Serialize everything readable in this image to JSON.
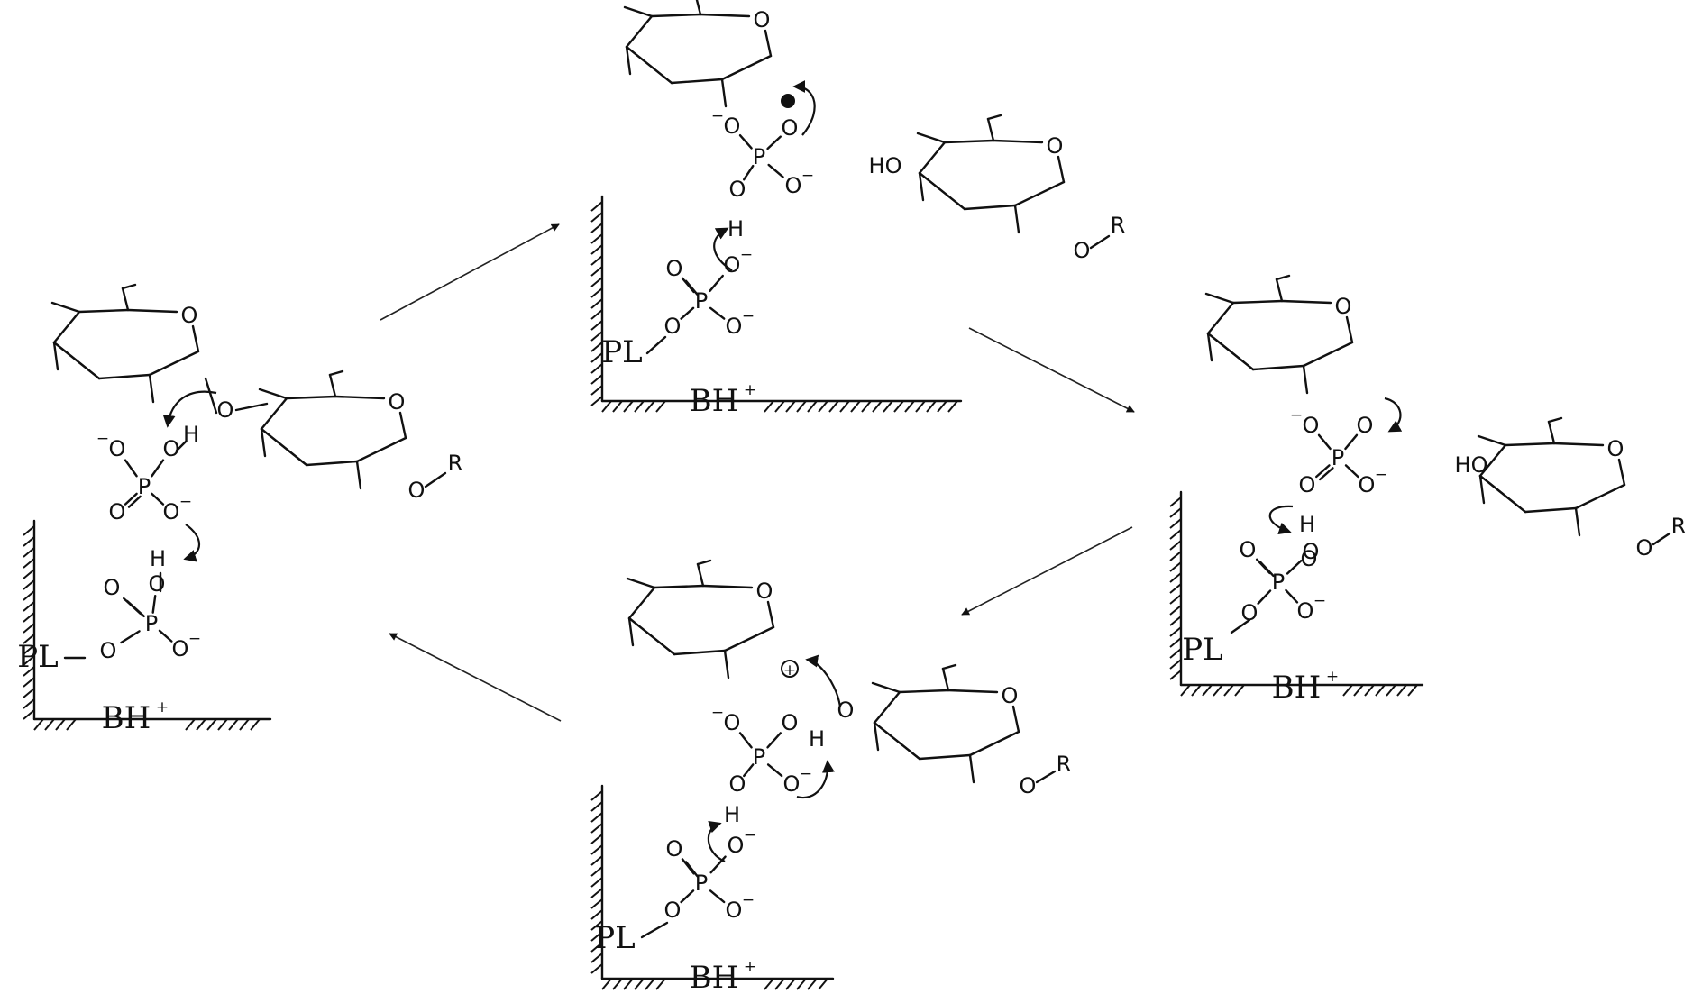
{
  "labels": {
    "pl": "PL",
    "bh": "BH",
    "plus": "+",
    "o": "O",
    "p": "P",
    "h": "H",
    "ho": "HO",
    "r": "R",
    "minus": "−"
  }
}
